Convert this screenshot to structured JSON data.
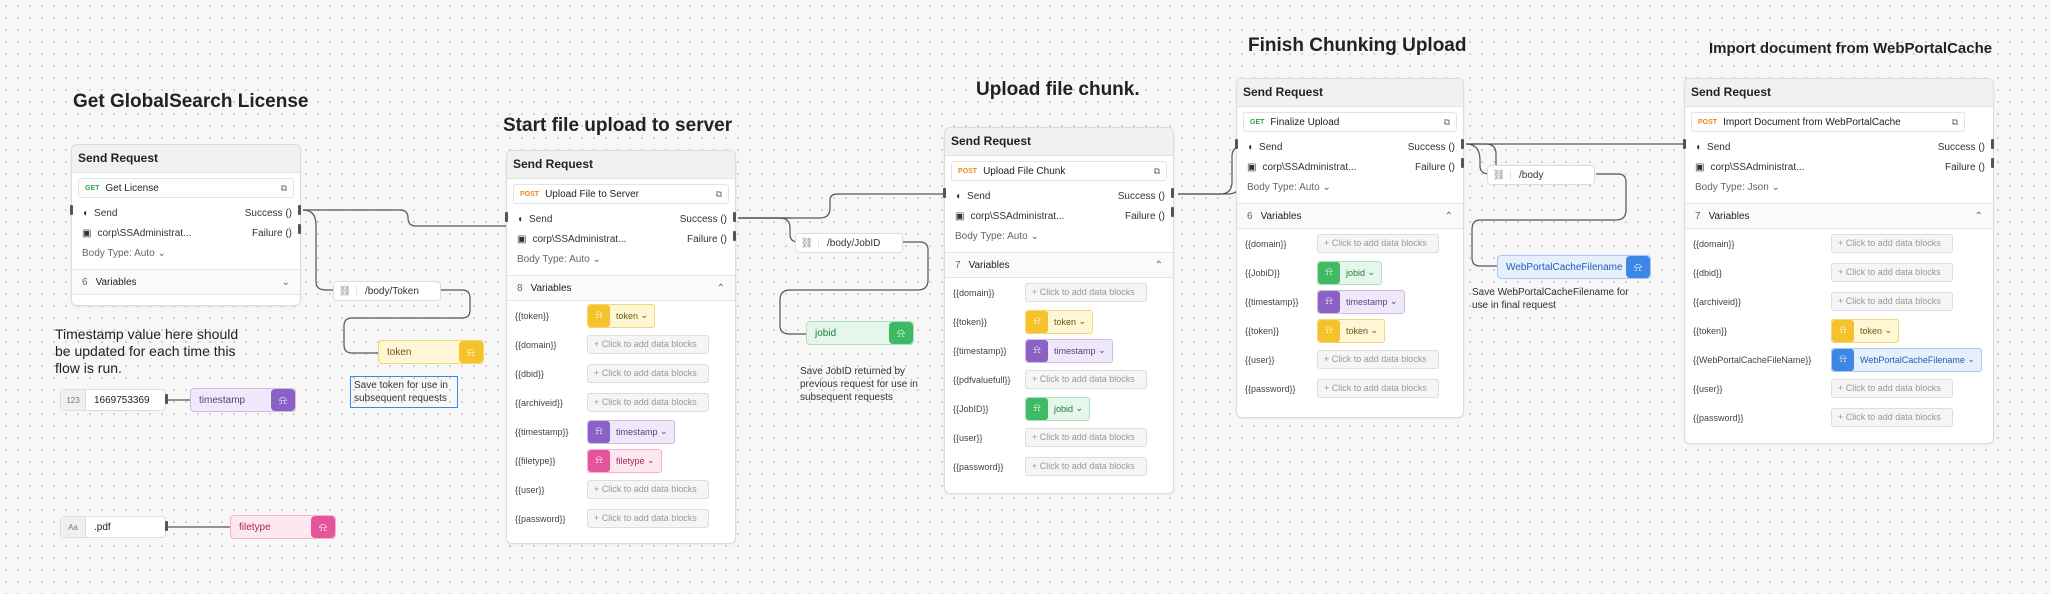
{
  "titles": {
    "license": "Get GlobalSearch License",
    "start": "Start file upload to server",
    "chunk": "Upload file chunk.",
    "finish": "Finish Chunking Upload",
    "import": "Import document from WebPortalCache"
  },
  "notes": {
    "timestamp": "Timestamp value here should be updated for each time this flow is run.",
    "token": "Save token for use in subsequent requests",
    "jobid": "Save JobID returned by previous request for use in subsequent requests",
    "webportal": "Save WebPortalCacheFilename for use in final request"
  },
  "common": {
    "header": "Send Request",
    "send": "Send",
    "success": "Success ()",
    "failure": "Failure ()",
    "auth": "corp\\SSAdministrat...",
    "variables": "Variables",
    "add": "+ Click to add data blocks"
  },
  "requests": {
    "license": {
      "method": "GET",
      "name": "Get License",
      "body": "Body Type: Auto",
      "count": "6"
    },
    "start": {
      "method": "POST",
      "name": "Upload File to Server",
      "body": "Body Type: Auto",
      "count": "8"
    },
    "chunk": {
      "method": "POST",
      "name": "Upload File Chunk",
      "body": "Body Type: Auto",
      "count": "7"
    },
    "finish": {
      "method": "GET",
      "name": "Finalize Upload",
      "body": "Body Type: Auto",
      "count": "6"
    },
    "import": {
      "method": "POST",
      "name": "Import Document from WebPortalCache",
      "body": "Body Type: Json",
      "count": "7"
    }
  },
  "vars": {
    "token": "{{token}}",
    "domain": "{{domain}}",
    "dbid": "{{dbid}}",
    "archiveid": "{{archiveid}}",
    "timestamp": "{{timestamp}}",
    "filetype": "{{filetype}}",
    "user": "{{user}}",
    "password": "{{password}}",
    "pdfvaluefull": "{{pdfvaluefull}}",
    "JobID": "{{JobID}}",
    "jobid": "{{JobiD}}",
    "webportal": "{{WebPortalCacheFileName}}"
  },
  "blocks": {
    "token": "token",
    "timestamp": "timestamp",
    "filetype": "filetype",
    "jobid": "jobid",
    "webportal": "WebPortalCacheFilename"
  },
  "nodes": {
    "timestamp_tag": "123",
    "timestamp_value": "1669753369",
    "filetype_tag": "Aa",
    "filetype_value": ".pdf",
    "path_token": "/body/Token",
    "path_jobid": "/body/JobID",
    "path_body": "/body"
  },
  "colors": {
    "yellow": "#f5c22b",
    "purple": "#8c61c6",
    "pink": "#e6559b",
    "green": "#3fba63",
    "blue": "#3d86e6"
  }
}
